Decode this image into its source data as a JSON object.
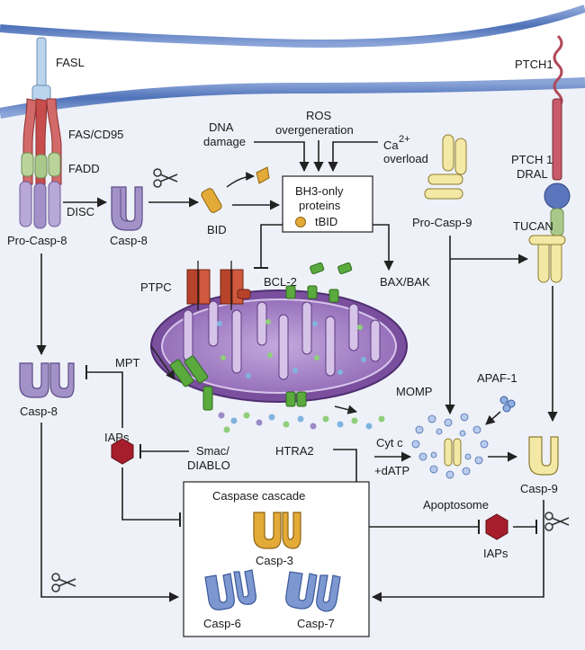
{
  "labels": {
    "fasl": "FASL",
    "fas": "FAS/CD95",
    "fadd": "FADD",
    "disc": "DISC",
    "procasp8": "Pro-Casp-8",
    "casp8_top": "Casp-8",
    "bid": "BID",
    "dna1": "DNA",
    "dna2": "damage",
    "ros1": "ROS",
    "ros2": "overgeneration",
    "ca": "Ca",
    "ca_sup": "2+",
    "overload": "overload",
    "bh3_1": "BH3-only",
    "bh3_2": "proteins",
    "tbid": "tBID",
    "bcl2": "BCL-2",
    "baxbak": "BAX/BAK",
    "ptpc": "PTPC",
    "mpt": "MPT",
    "procasp9": "Pro-Casp-9",
    "ptch1": "PTCH1",
    "ptch1dral_1": "PTCH 1",
    "ptch1dral_2": "DRAL",
    "tucan": "TUCAN",
    "casp8_left": "Casp-8",
    "iaps_left": "IAPs",
    "smac1": "Smac/",
    "smac2": "DIABLO",
    "htra2": "HTRA2",
    "cytc": "Cyt c",
    "datp": "+dATP",
    "momp": "MOMP",
    "apaf1": "APAF-1",
    "apoptosome": "Apoptosome",
    "casp9": "Casp-9",
    "iaps_right": "IAPs",
    "cascade": "Caspase cascade",
    "casp3": "Casp-3",
    "casp6": "Casp-6",
    "casp7": "Casp-7"
  },
  "colors": {
    "membrane": "#4f72b8",
    "cytoplasm": "#eef1f7",
    "extracellular": "#ffffff",
    "mito_outer": "#7a4f9e",
    "mito_inner": "#c9b2de",
    "mito_matrix": "#a98ac9",
    "casp8": "#a392c7",
    "casp3": "#e4aa38",
    "casp67": "#7d98d1",
    "casp9": "#f4e8a6",
    "fas_red": "#c74c4c",
    "fadd_green": "#a9c98a",
    "bax_green": "#5aaa3e",
    "ptpc_red": "#b8432b",
    "iap_red": "#a61e2b",
    "arrow": "#222222"
  },
  "icons": [
    "scissors-icon",
    "iap-hexagon-icon"
  ]
}
